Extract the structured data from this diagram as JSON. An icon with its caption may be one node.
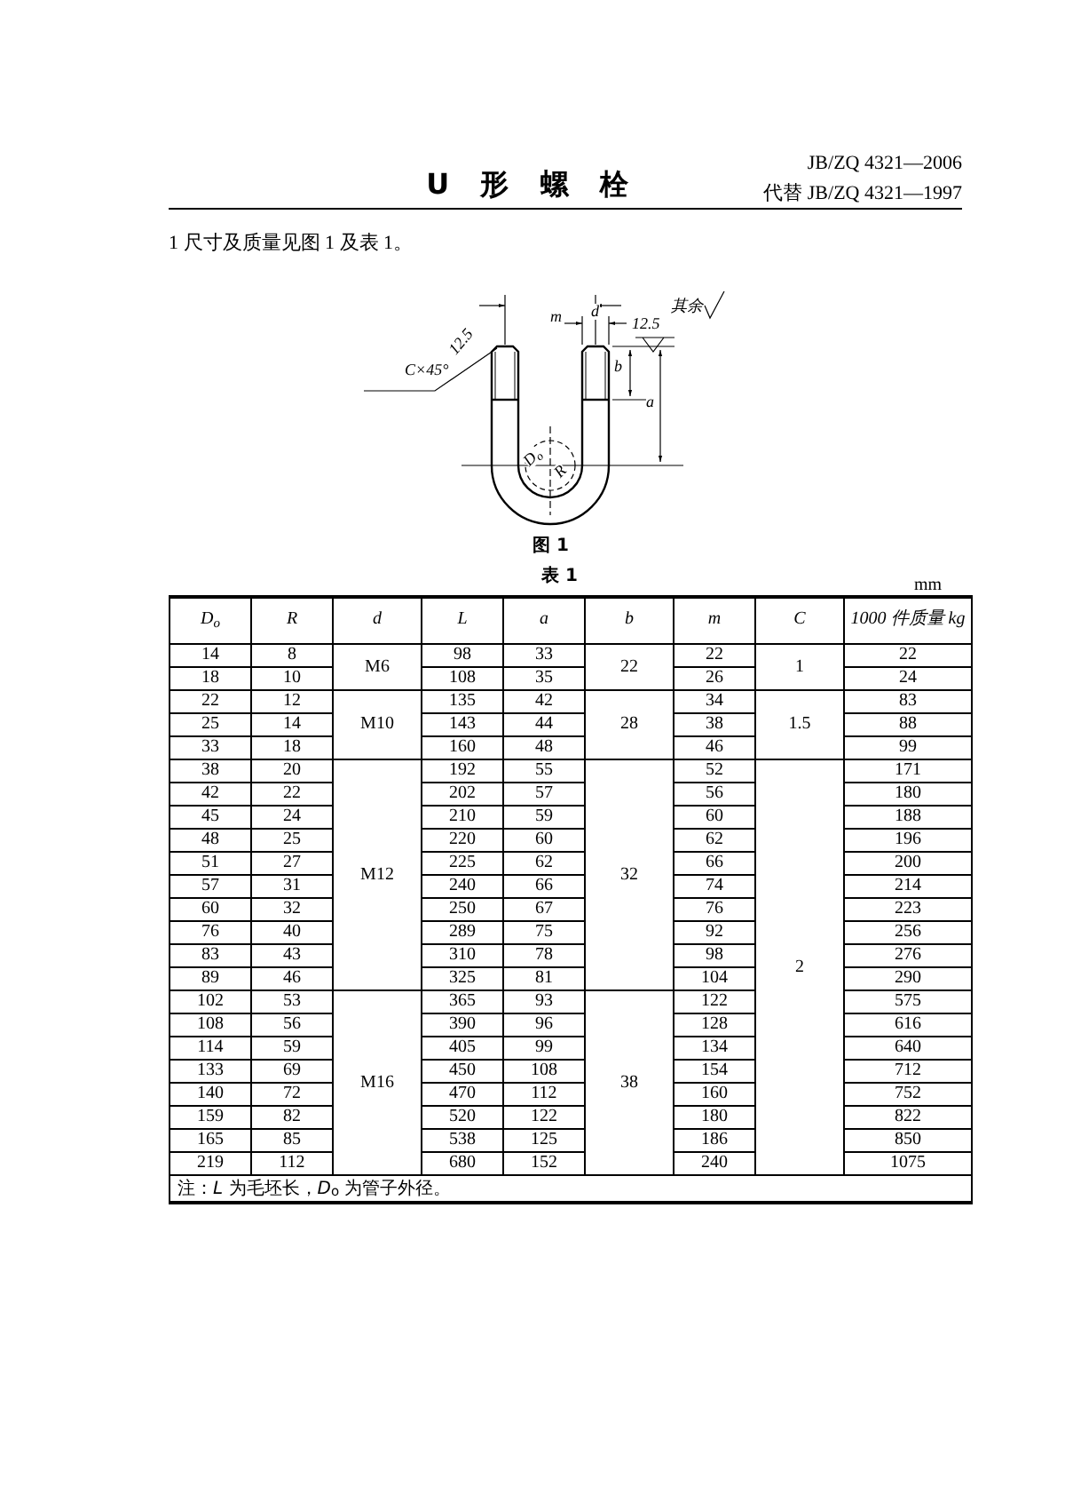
{
  "diagram": {
    "title": "U 形 螺 栓",
    "labels": [
      "JB/ZQ 4321—2006",
      "代替 JB/ZQ 4321—1997",
      "1  尺寸及质量见图 1 及表 1。",
      "m",
      "d",
      "12.5",
      "其余",
      "12.5",
      "C×45°",
      "b",
      "a",
      "D$_{o}$",
      "R",
      "图 1",
      "表 1",
      "mm",
      "D$_{o}$",
      "R",
      "d",
      "L",
      "a",
      "b",
      "m",
      "C",
      "1000 件质量 kg",
      "14",
      "8",
      "M6",
      "98",
      "33",
      "22",
      "22",
      "1",
      "22",
      "18",
      "10",
      "108",
      "35",
      "26",
      "24",
      "22",
      "12",
      "M10",
      "135",
      "42",
      "28",
      "34",
      "1.5",
      "83",
      "25",
      "14",
      "143",
      "44",
      "38",
      "88",
      "33",
      "18",
      "160",
      "48",
      "46",
      "99",
      "38",
      "20",
      "M12",
      "192",
      "55",
      "32",
      "52",
      "2",
      "171",
      "42",
      "22",
      "202",
      "57",
      "56",
      "180",
      "45",
      "24",
      "210",
      "59",
      "60",
      "188",
      "48",
      "25",
      "220",
      "60",
      "62",
      "196",
      "51",
      "27",
      "225",
      "62",
      "66",
      "200",
      "57",
      "31",
      "240",
      "66",
      "74",
      "214",
      "60",
      "32",
      "250",
      "67",
      "76",
      "223",
      "76",
      "40",
      "289",
      "75",
      "92",
      "256",
      "83",
      "43",
      "310",
      "78",
      "98",
      "276",
      "89",
      "46",
      "325",
      "81",
      "104",
      "290",
      "102",
      "53",
      "M16",
      "365",
      "93",
      "38",
      "122",
      "575",
      "108",
      "56",
      "390",
      "96",
      "128",
      "616",
      "114",
      "59",
      "405",
      "99",
      "134",
      "640",
      "133",
      "69",
      "450",
      "108",
      "154",
      "712",
      "140",
      "72",
      "470",
      "112",
      "160",
      "752",
      "159",
      "82",
      "520",
      "122",
      "180",
      "822",
      "165",
      "85",
      "538",
      "125",
      "186",
      "850",
      "219",
      "112",
      "680",
      "152",
      "240",
      "1075",
      "注：*L* 为毛坯长，*D*$_{o}$ 为管子外径。"
    ]
  }
}
